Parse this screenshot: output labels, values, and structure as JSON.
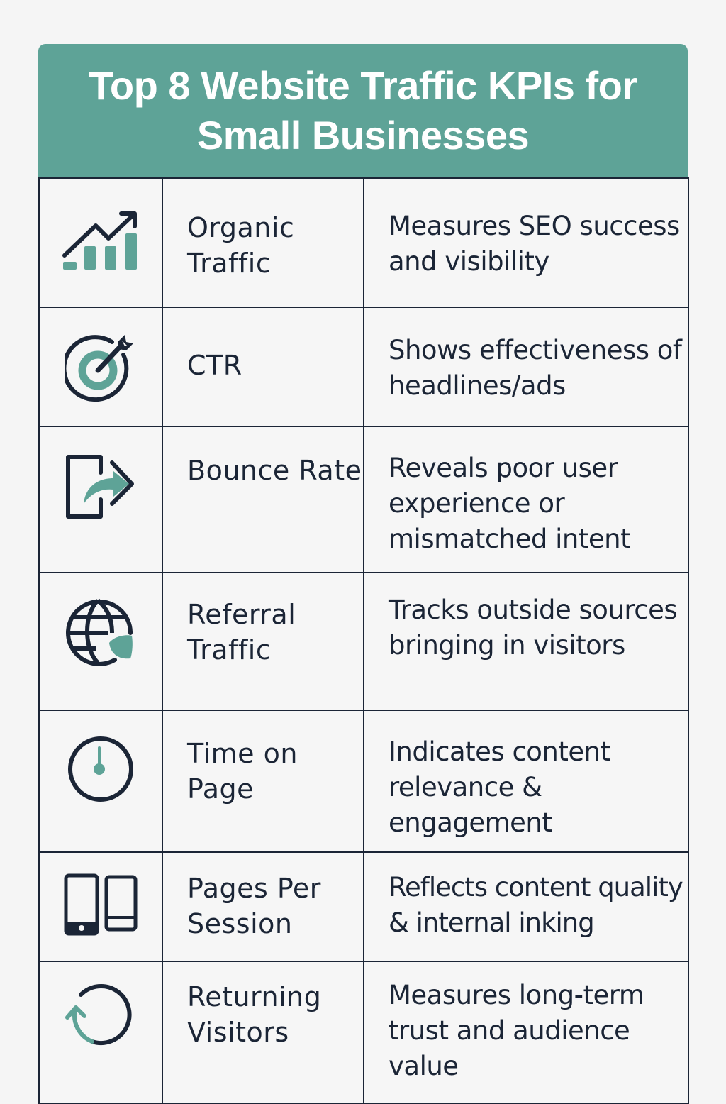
{
  "title": "Top 8 Website Traffic KPIs for Small Businesses",
  "colors": {
    "header_bg": "#5ea397",
    "accent_teal": "#5ea397",
    "ink": "#1b2536",
    "background": "#f5f5f5"
  },
  "kpis": [
    {
      "icon": "chart-up-icon",
      "name": "Organic Traffic",
      "description": "Measures SEO success and visibility"
    },
    {
      "icon": "target-arrow-icon",
      "name": "CTR",
      "description": "Shows effectiveness of headlines/ads"
    },
    {
      "icon": "exit-arrow-icon",
      "name": "Bounce Rate",
      "description": "Reveals poor user experience or mismatched intent"
    },
    {
      "icon": "globe-leaf-icon",
      "name": "Referral Traffic",
      "description": "Tracks outside sources bringing in visitors"
    },
    {
      "icon": "clock-icon",
      "name": "Time on Page",
      "description": "Indicates content relevance & engagement"
    },
    {
      "icon": "devices-icon",
      "name": "Pages Per Session",
      "description": "Reflects content quality & internal inking"
    },
    {
      "icon": "refresh-icon",
      "name": "Returning Visitors",
      "description": "Measures long-term trust and audience value"
    }
  ]
}
